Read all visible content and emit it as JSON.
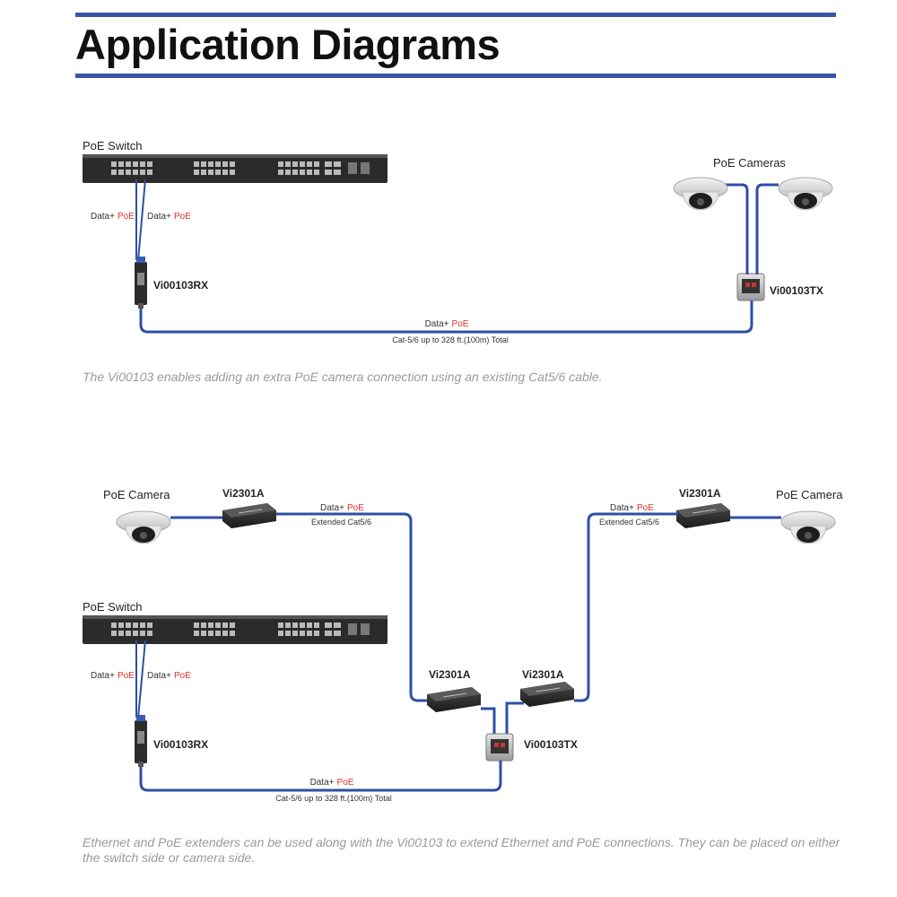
{
  "header": {
    "title": "Application Diagrams",
    "accent_color": "#3a55a4"
  },
  "diagram1": {
    "switch_label": "PoE Switch",
    "link_left_data": "Data+",
    "link_left_poe": "PoE",
    "link_right_data": "Data+",
    "link_right_poe": "PoE",
    "rx_label": "Vi00103RX",
    "tx_label": "Vi00103TX",
    "cameras_label": "PoE Cameras",
    "cable_data": "Data+",
    "cable_poe": "PoE",
    "cable_note": "Cat-5/6 up to 328 ft.(100m) Total",
    "caption": "The Vi00103 enables adding an extra PoE camera connection using an existing Cat5/6 cable."
  },
  "diagram2": {
    "camera_left_label": "PoE Camera",
    "camera_right_label": "PoE Camera",
    "extender_top_left_label": "Vi2301A",
    "extender_top_right_label": "Vi2301A",
    "extender_mid_left_label": "Vi2301A",
    "extender_mid_right_label": "Vi2301A",
    "ext_left_data": "Data+",
    "ext_left_poe": "PoE",
    "ext_left_note": "Extended Cat5/6",
    "ext_right_data": "Data+",
    "ext_right_poe": "PoE",
    "ext_right_note": "Extended Cat5/6",
    "switch_label": "PoE Switch",
    "link_left_data": "Data+",
    "link_left_poe": "PoE",
    "link_right_data": "Data+",
    "link_right_poe": "PoE",
    "rx_label": "Vi00103RX",
    "tx_label": "Vi00103TX",
    "cable_data": "Data+",
    "cable_poe": "PoE",
    "cable_note": "Cat-5/6 up to 328 ft.(100m) Total",
    "caption": "Ethernet and PoE extenders can be used along with the Vi00103 to extend Ethernet and PoE connections.  They can be placed on either the switch side or camera side."
  },
  "colors": {
    "cable": "#2e4fa6",
    "poe_text": "#e0302a",
    "device_dark": "#2a2a2a"
  }
}
